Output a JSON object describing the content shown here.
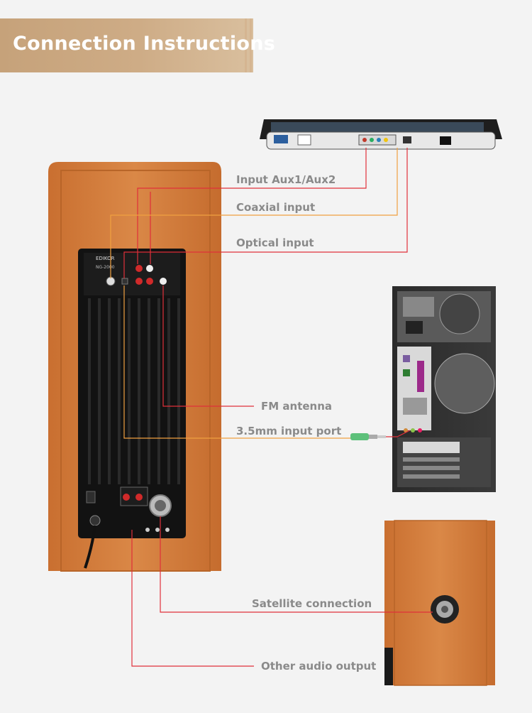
{
  "header": {
    "title": "Connection Instructions"
  },
  "labels": {
    "aux": "Input Aux1/Aux2",
    "coaxial": "Coaxial input",
    "optical": "Optical input",
    "fm": "FM antenna",
    "port35": "3.5mm input port",
    "satellite": "Satellite connection",
    "other_out": "Other audio output"
  },
  "panel": {
    "brand": "EDIKOR",
    "model": "NG-2000"
  },
  "colors": {
    "wood": "#d27f3f",
    "red_line": "#e0303a",
    "orange_line": "#f0a040",
    "banner": "#ceac86"
  }
}
